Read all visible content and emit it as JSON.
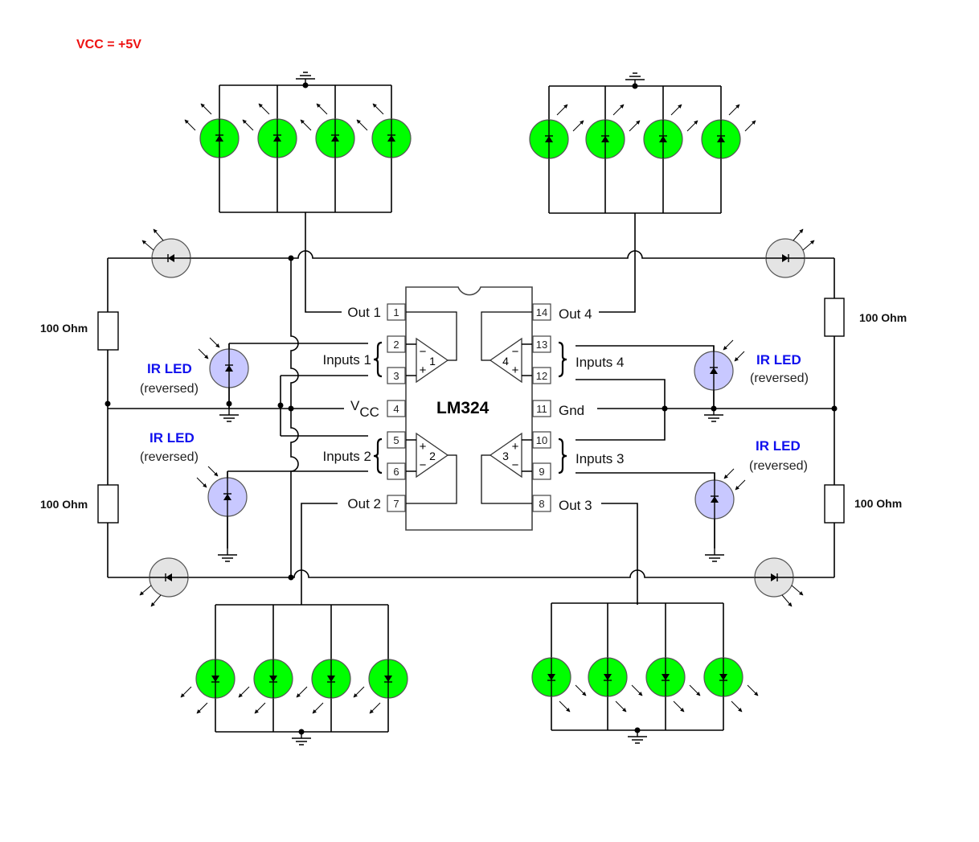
{
  "title": "LM324 IR proximity LED driver schematic",
  "supply_note": "VCC  =  +5V",
  "colors": {
    "supply_note": "#ee1111",
    "ir_label": "#1010ee",
    "output_led_fill": "#00ff00",
    "ir_led_fill": "#c8c8ff",
    "ir_emitter_fill": "#e4e4e4",
    "wire": "#000000"
  },
  "ic": {
    "name": "LM324",
    "left_pins": [
      {
        "num": "1",
        "label": "Out 1"
      },
      {
        "num": "2",
        "label": ""
      },
      {
        "num": "3",
        "label": ""
      },
      {
        "num": "4",
        "label": "V",
        "sub": "CC"
      },
      {
        "num": "5",
        "label": ""
      },
      {
        "num": "6",
        "label": ""
      },
      {
        "num": "7",
        "label": "Out 2"
      }
    ],
    "right_pins": [
      {
        "num": "14",
        "label": "Out 4"
      },
      {
        "num": "13",
        "label": ""
      },
      {
        "num": "12",
        "label": ""
      },
      {
        "num": "11",
        "label": "Gnd"
      },
      {
        "num": "10",
        "label": ""
      },
      {
        "num": "9",
        "label": ""
      },
      {
        "num": "8",
        "label": "Out 3"
      }
    ],
    "input_groups": [
      "Inputs 1",
      "Inputs 2",
      "Inputs 4",
      "Inputs 3"
    ],
    "opamps": [
      {
        "id": "1",
        "top_sign": "−",
        "bottom_sign": "+"
      },
      {
        "id": "2",
        "top_sign": "+",
        "bottom_sign": "−"
      },
      {
        "id": "4",
        "top_sign": "−",
        "bottom_sign": "+"
      },
      {
        "id": "3",
        "top_sign": "+",
        "bottom_sign": "−"
      }
    ]
  },
  "resistors": [
    {
      "label": "100 Ohm"
    },
    {
      "label": "100 Ohm"
    },
    {
      "label": "100 Ohm"
    },
    {
      "label": "100 Ohm"
    }
  ],
  "ir_receivers": [
    {
      "title": "IR LED",
      "note": "(reversed)"
    },
    {
      "title": "IR LED",
      "note": "(reversed)"
    },
    {
      "title": "IR LED",
      "note": "(reversed)"
    },
    {
      "title": "IR LED",
      "note": "(reversed)"
    }
  ],
  "led_groups": [
    {
      "position": "top-left",
      "count": 4
    },
    {
      "position": "top-right",
      "count": 4
    },
    {
      "position": "bottom-left",
      "count": 4
    },
    {
      "position": "bottom-right",
      "count": 4
    }
  ]
}
